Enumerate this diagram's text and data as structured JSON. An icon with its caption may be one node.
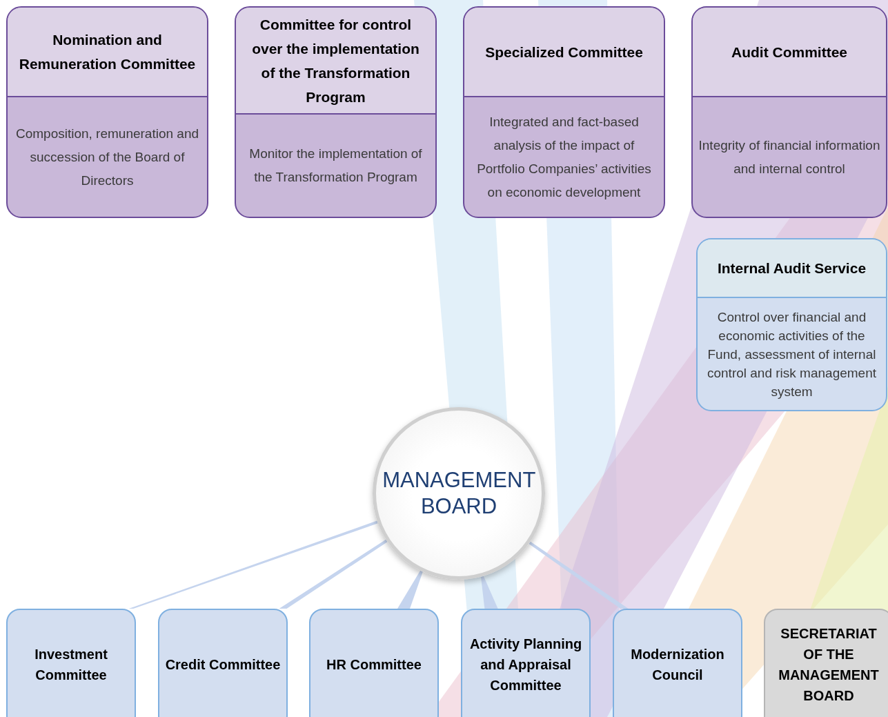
{
  "diagram": {
    "nodes": [
      {
        "text": [
          "Nomination and Remuneration Committee",
          "Composition, remuneration and succession of the Board of Directors"
        ]
      },
      {
        "text": [
          "Committee for control over the implementation of the Transformation Program",
          "Monitor the implementation of the Transformation Program"
        ]
      },
      {
        "text": [
          "Specialized Committee",
          "Integrated and fact-based analysis of the impact of Portfolio Companies’ activities on economic development"
        ]
      },
      {
        "text": [
          "Audit Committee",
          "Integrity of financial information and internal control"
        ]
      },
      {
        "text": [
          "Internal Audit Service",
          "Control over financial and economic activities of the Fund, assessment of internal control and risk management system"
        ]
      },
      {
        "text": [
          "MANAGEMENT BOARD"
        ]
      },
      {
        "text": [
          "Investment Committee"
        ]
      },
      {
        "text": [
          "Credit Committee"
        ]
      },
      {
        "text": [
          "HR Committee"
        ]
      },
      {
        "text": [
          "Activity Planning and Appraisal Committee"
        ]
      },
      {
        "text": [
          "Modernization Council"
        ]
      },
      {
        "text": [
          "SECRETARIAT OF THE MANAGEMENT BOARD"
        ]
      }
    ],
    "edges": [
      {
        "from": 5,
        "to": 6,
        "arrow": "none"
      },
      {
        "from": 5,
        "to": 7,
        "arrow": "none"
      },
      {
        "from": 5,
        "to": 8,
        "arrow": "none"
      },
      {
        "from": 5,
        "to": 9,
        "arrow": "none"
      },
      {
        "from": 5,
        "to": 10,
        "arrow": "none"
      }
    ]
  }
}
